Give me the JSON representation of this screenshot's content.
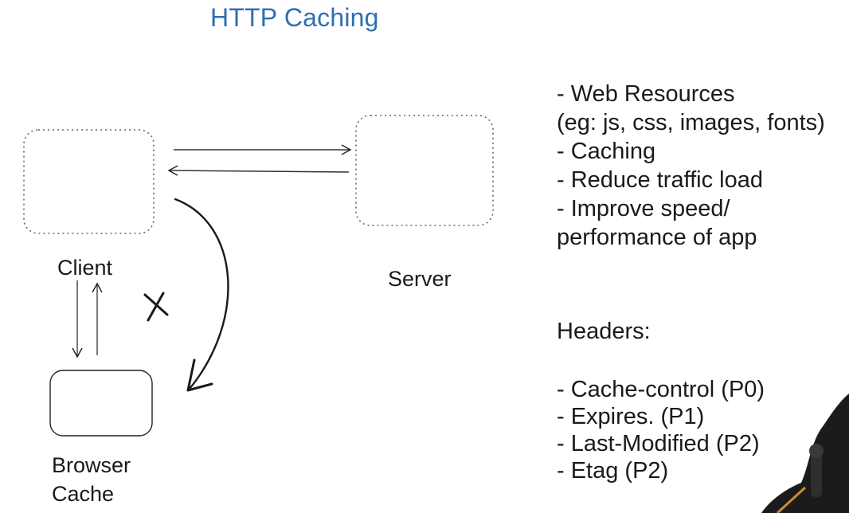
{
  "title": "HTTP Caching",
  "nodes": {
    "client": "Client",
    "server": "Server",
    "cache_line1": "Browser",
    "cache_line2": "Cache"
  },
  "notes": [
    "- Web Resources",
    "(eg: js, css, images, fonts)",
    "- Caching",
    "- Reduce traffic load",
    "- Improve speed/",
    "performance of app"
  ],
  "headers_title": "Headers:",
  "headers": [
    "- Cache-control (P0)",
    "- Expires. (P1)",
    "- Last-Modified  (P2)",
    "- Etag (P2)"
  ],
  "icons": {
    "cross": "cross-mark-icon",
    "speaker": "speaker-silhouette"
  }
}
